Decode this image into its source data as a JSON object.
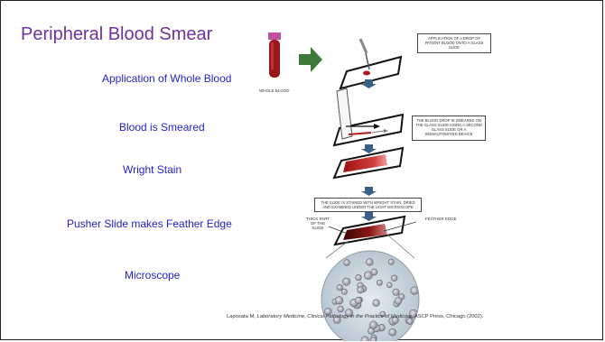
{
  "title": "Peripheral Blood Smear",
  "steps": [
    "Application of Whole Blood",
    "Blood is Smeared",
    "Wright Stain",
    "Pusher Slide makes Feather Edge",
    "Microscope"
  ],
  "figure": {
    "tube_label": "WHOLE BLOOD",
    "box1": "APPLICATION OF A DROP OF PATIENT BLOOD ONTO A GLASS SLIDE",
    "box2": "THE BLOOD DROP IS SMEARED ON THE GLASS SLIDE USING A SECOND GLASS SLIDE OR A SEMIAUTOMATED DEVICE",
    "box3": "THE SLIDE IS STAINED WITH WRIGHT STAIN, DRIED AND EXAMINED UNDER THE LIGHT MICROSCOPE",
    "thick_label": "THICK PART OF THE SLIDE",
    "feather_label": "FEATHER EDGE"
  },
  "citation": {
    "author": "Laposata M, ",
    "work": "Laboratory Medicine, Clinical Pathology in the Practice of Medicine",
    "rest": ", ASCP Press, Chicago (2002)."
  },
  "colors": {
    "title": "#7030a0",
    "steps": "#1f1fd1",
    "arrow": "#3d7a3a",
    "blood": "#b01818"
  }
}
